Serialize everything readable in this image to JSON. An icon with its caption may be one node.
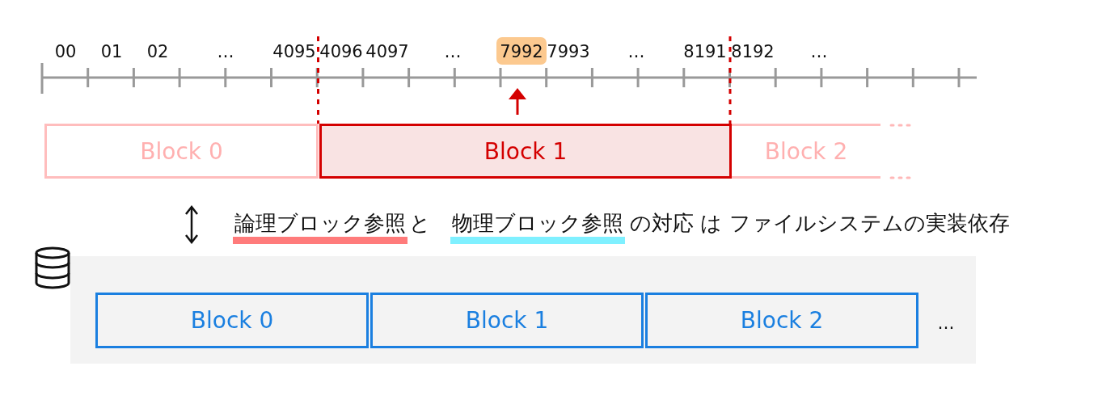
{
  "diagram": {
    "nodes": [
      {
        "text": [
          "Block 0"
        ]
      },
      {
        "text": [
          "Block 1"
        ]
      },
      {
        "text": [
          "Block 2"
        ]
      },
      {
        "text": [],
        "shape": "box"
      },
      {
        "text": [
          "Block 0"
        ],
        "in": 3
      },
      {
        "text": [
          "Block 1"
        ],
        "in": 3
      },
      {
        "text": [
          "Block 2"
        ],
        "in": 3
      }
    ],
    "labels": [
      "00",
      "01",
      "02",
      "…",
      "4095",
      "4096",
      "4097",
      "…",
      "7992",
      "7993",
      "…",
      "8191",
      "8192",
      "…",
      "論理ブロック参照",
      "と",
      "物理ブロック参照",
      "の対応 は ファイルシステムの実装依存",
      "…"
    ]
  }
}
